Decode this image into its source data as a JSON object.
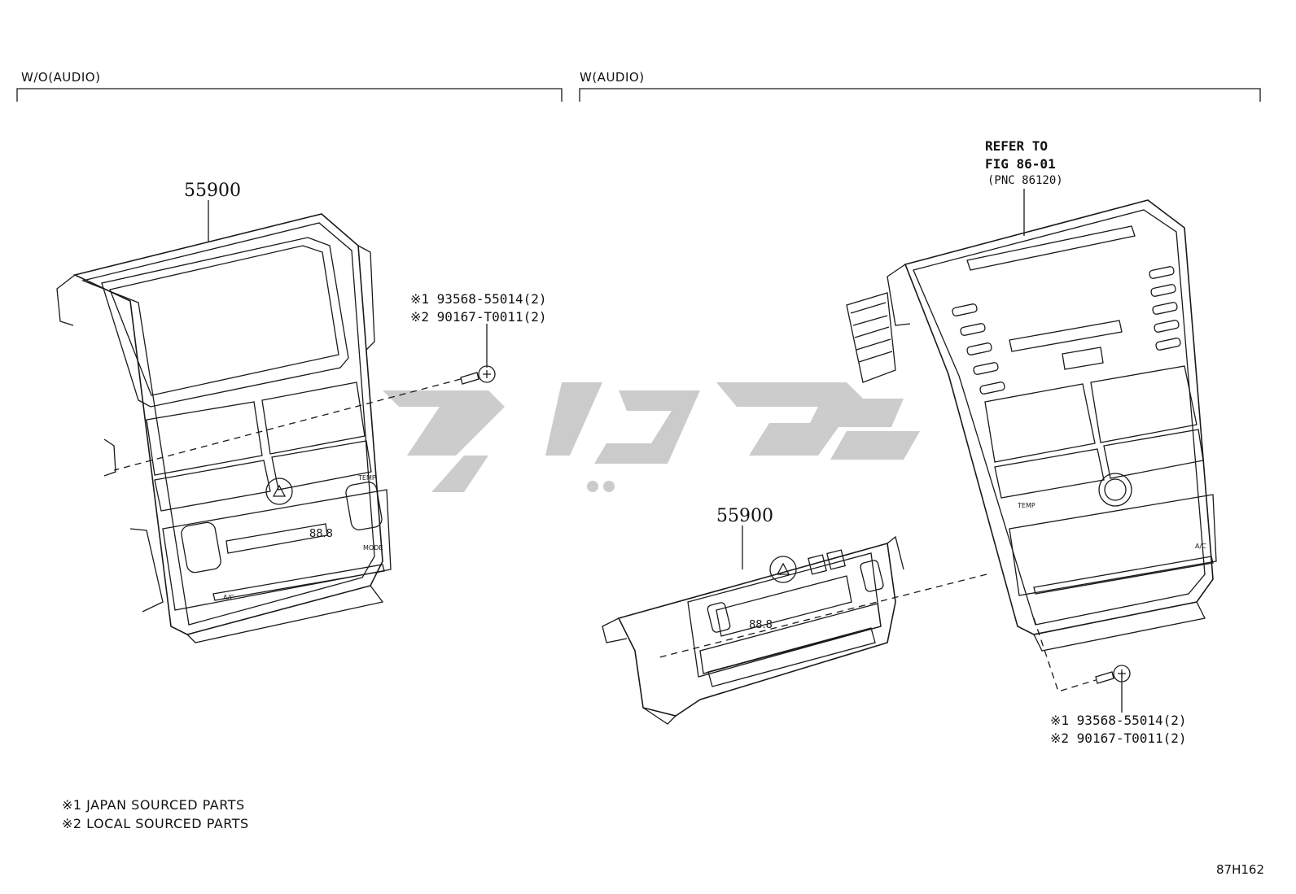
{
  "sections": {
    "left": "W/O(AUDIO)",
    "right": "W(AUDIO)"
  },
  "parts": {
    "left_unit": "55900",
    "center_unit": "55900"
  },
  "refer": {
    "line1": "REFER TO",
    "line2": "FIG 86-01",
    "line3": "(PNC 86120)"
  },
  "screws": {
    "left": {
      "line1": "※1 93568-55014(2)",
      "line2": "※2 90167-T0011(2)"
    },
    "right": {
      "line1": "※1 93568-55014(2)",
      "line2": "※2 90167-T0011(2)"
    }
  },
  "panel_labels": {
    "temp": "TEMP",
    "ac": "A/C",
    "mode": "MODE",
    "display": "88.8"
  },
  "legend": {
    "note1": "※1 JAPAN SOURCED PARTS",
    "note2": "※2 LOCAL SOURCED PARTS"
  },
  "figure_id": "87H162",
  "colors": {
    "line": "#1a1a1a",
    "watermark": "#c7c7c7"
  }
}
